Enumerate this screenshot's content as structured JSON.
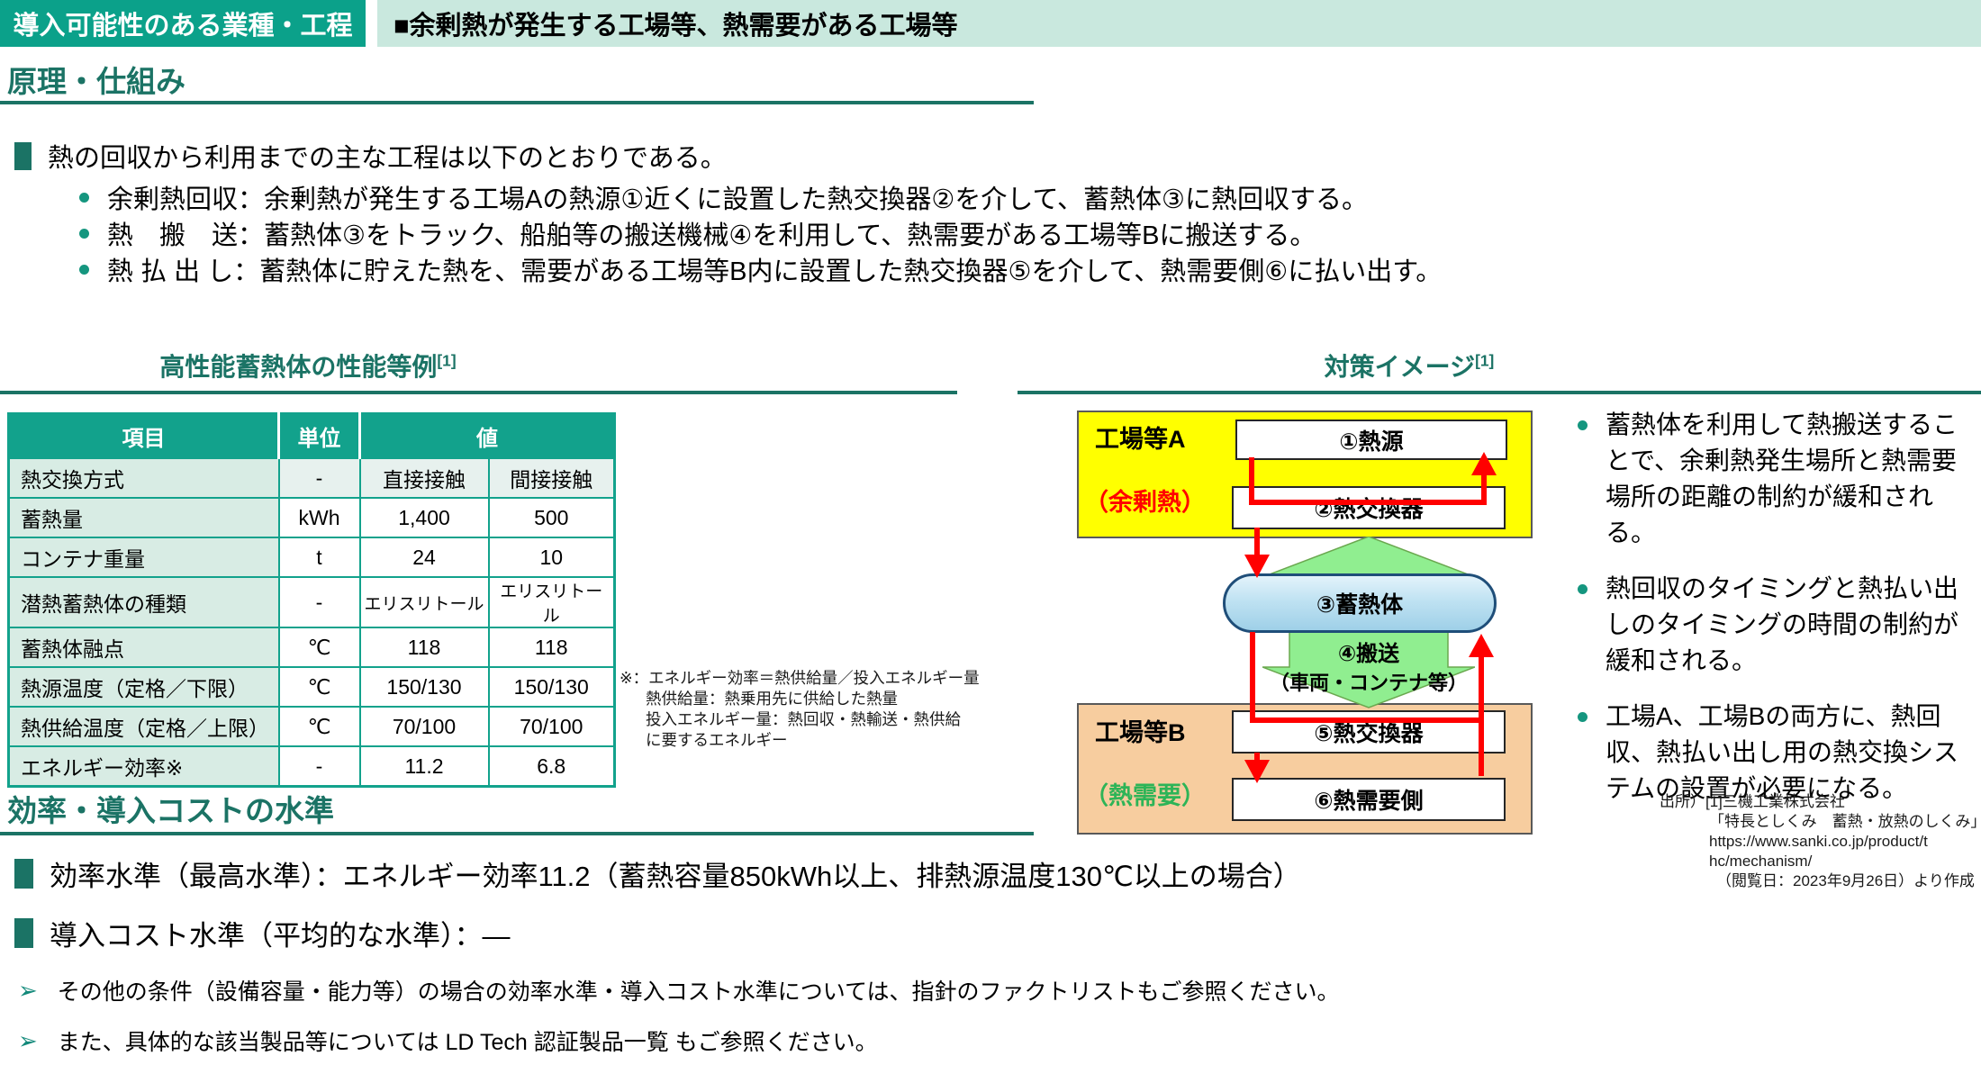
{
  "header": {
    "left_tab": "導入可能性のある業種・工程",
    "banner": "■余剰熱が発生する工場等、熱需要がある工場等"
  },
  "principle": {
    "heading": "原理・仕組み",
    "lead": "熱の回収から利用までの主な工程は以下のとおりである。",
    "bullets": [
      "余剰熱回収：余剰熱が発生する工場Aの熱源①近くに設置した熱交換器②を介して、蓄熱体③に熱回収する。",
      "熱　搬　送：蓄熱体③をトラック、船舶等の搬送機械④を利用して、熱需要がある工場等Bに搬送する。",
      "熱 払 出 し：蓄熱体に貯えた熱を、需要がある工場等B内に設置した熱交換器⑤を介して、熱需要側⑥に払い出す。"
    ]
  },
  "performance_table": {
    "title": "高性能蓄熱体の性能等例",
    "title_sup": "[1]",
    "headers": [
      "項目",
      "単位",
      "値"
    ],
    "rows": [
      [
        "熱交換方式",
        "-",
        "直接接触",
        "間接接触"
      ],
      [
        "蓄熱量",
        "kWh",
        "1,400",
        "500"
      ],
      [
        "コンテナ重量",
        "t",
        "24",
        "10"
      ],
      [
        "潜熱蓄熱体の種類",
        "-",
        "エリスリトール",
        "エリスリトール"
      ],
      [
        "蓄熱体融点",
        "℃",
        "118",
        "118"
      ],
      [
        "熱源温度（定格／下限）",
        "℃",
        "150/130",
        "150/130"
      ],
      [
        "熱供給温度（定格／上限）",
        "℃",
        "70/100",
        "70/100"
      ],
      [
        "エネルギー効率※",
        "-",
        "11.2",
        "6.8"
      ]
    ],
    "note_lines": [
      "※：エネルギー効率＝熱供給量／投入エネルギー量",
      "熱供給量：熱乗用先に供給した熱量",
      "投入エネルギー量：熱回収・熱輸送・熱供給",
      "に要するエネルギー"
    ]
  },
  "diagram": {
    "title": "対策イメージ",
    "title_sup": "[1]",
    "factory_a": {
      "label": "工場等A",
      "sub": "（余剰熱）",
      "boxes": [
        "①熱源",
        "②熱交換器"
      ]
    },
    "transport": {
      "storage": "③蓄熱体",
      "label1": "④搬送",
      "label2": "（車両・コンテナ等）"
    },
    "factory_b": {
      "label": "工場等B",
      "sub": "（熱需要）",
      "boxes": [
        "⑤熱交換器",
        "⑥熱需要側"
      ]
    },
    "bullets": [
      "蓄熱体を利用して熱搬送することで、余剰熱発生場所と熱需要場所の距離の制約が緩和される。",
      "熱回収のタイミングと熱払い出しのタイミングの時間の制約が緩和される。",
      "工場A、工場Bの両方に、熱回収、熱払い出し用の熱交換システムの設置が必要になる。"
    ],
    "source_lines": [
      "出所）[1]三機工業株式会社",
      "「特長としくみ　蓄熱・放熱のしくみ」",
      "https://www.sanki.co.jp/product/t",
      "hc/mechanism/",
      "（閲覧日：2023年9月26日）より作成"
    ]
  },
  "cost_section": {
    "heading": "効率・導入コストの水準",
    "items": [
      "効率水準（最高水準）：エネルギー効率11.2（蓄熱容量850kWh以上、排熱源温度130℃以上の場合）",
      "導入コスト水準（平均的な水準）：―"
    ],
    "notes": [
      "その他の条件（設備容量・能力等）の場合の効率水準・導入コスト水準については、指針のファクトリストもご参照ください。",
      "また、具体的な該当製品等については LD Tech 認証製品一覧 もご参照ください。"
    ]
  },
  "colors": {
    "accent_teal": "#0ba18a",
    "banner_bg": "#c9e8de",
    "heading_green": "#1b7365",
    "table_header_teal": "#12a28c",
    "factory_a_yellow": "#ffff00",
    "factory_b_orange": "#f7cd9f",
    "transport_green": "#90ee90",
    "storage_blue": "#bfe2f2",
    "flow_red": "#ff0000",
    "surplus_text_red": "#ff0000",
    "demand_text_green": "#2db457"
  }
}
